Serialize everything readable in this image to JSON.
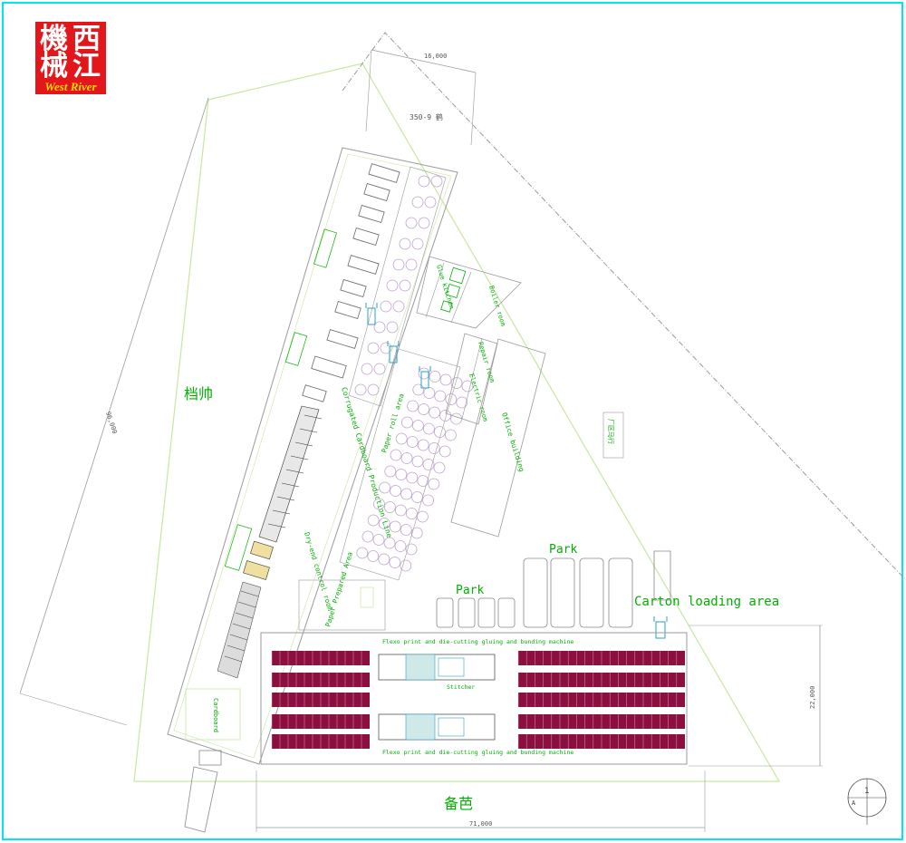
{
  "logo": {
    "top_left": "機",
    "top_right": "西",
    "bottom_left": "械",
    "bottom_right": "江",
    "brand": "West River"
  },
  "dims": {
    "top_width": "16,000",
    "left_length": "96,000",
    "right_height": "22,000",
    "bottom_width": "71,000"
  },
  "labels": {
    "road_top": "350-9 鹤",
    "area_left": "档帅",
    "area_bottom": "备芭",
    "area_right": "厂区马行",
    "production_line": "Corrugated Cardboard Production Line",
    "dry_end_room": "Dry-end control room",
    "paper_roll_area": "Paper roll area",
    "paper_prep_area": "Paper Prepared Area",
    "glue_kitchen": "Glue kitchen",
    "boiler_room": "Boiler room",
    "repair_room": "Repair room",
    "electric_room": "Electric room",
    "office_building": "Office building",
    "park_1": "Park",
    "park_2": "Park",
    "carton_loading": "Carton loading area",
    "flexo_top": "Flexo print and die-cutting gluing and bunding machine",
    "flexo_bottom": "Flexo print and die-cutting gluing and bunding machine",
    "stitcher": "Stitcher",
    "cardboard": "Cardboard",
    "north_num": "1",
    "north_letter": "A"
  },
  "colors": {
    "frame": "#00e5ee",
    "boundary": "#c8e6a0",
    "building": "#9a9a9a",
    "label": "#00b000",
    "roll": "#c0a0d0",
    "storage": "#8b1040",
    "logo": "#e3161c"
  }
}
